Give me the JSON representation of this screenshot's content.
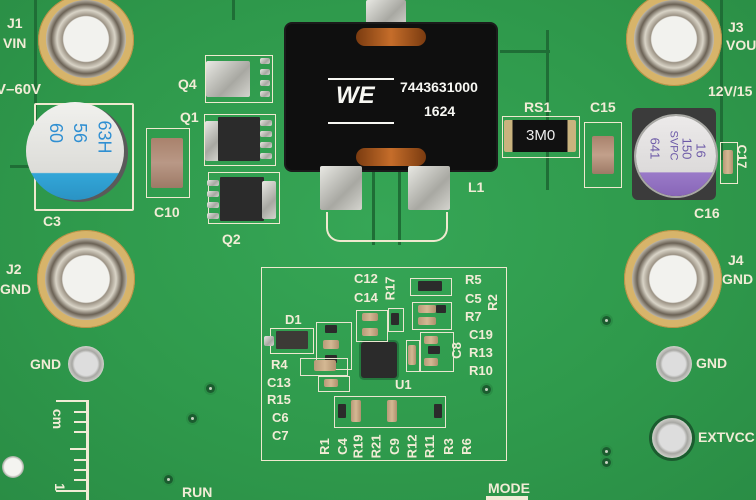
{
  "board": {
    "background_color": "#2f9a4c",
    "silkscreen_color": "#f1ecd6"
  },
  "connectors": {
    "j1": {
      "ref": "J1",
      "net": "VIN",
      "range": "V–60V"
    },
    "j2": {
      "ref": "J2",
      "net": "GND"
    },
    "j3": {
      "ref": "J3",
      "net": "VOU",
      "range": "12V/15"
    },
    "j4": {
      "ref": "J4",
      "net": "GND"
    }
  },
  "test_points": {
    "gnd_left": "GND",
    "gnd_right": "GND",
    "extvcc": "EXTVCC",
    "run": "RUN",
    "mode": "MODE"
  },
  "inductor": {
    "ref": "L1",
    "brand": "WE",
    "part_number": "7443631000",
    "date_code": "1624"
  },
  "sense_resistor": {
    "ref": "RS1",
    "marking": "3M0"
  },
  "input_capacitor": {
    "ref": "C3",
    "marking": [
      "60",
      "56",
      "63H"
    ]
  },
  "output_capacitor": {
    "ref": "C16",
    "marking": [
      "641",
      "SVPC",
      "150",
      "16"
    ]
  },
  "mosfets": {
    "q1": "Q1",
    "q2": "Q2",
    "q4": "Q4"
  },
  "capacitors_top": {
    "c10": "C10",
    "c15": "C15",
    "c17": "C17"
  },
  "controller_block": {
    "ic_ref": "U1",
    "diode": "D1",
    "left_labels": [
      "R4",
      "C13",
      "R15",
      "C6",
      "C7"
    ],
    "top_labels": [
      "C12",
      "C14",
      "R17"
    ],
    "right_labels": [
      "R5",
      "C5",
      "R7",
      "C19",
      "R13",
      "R10"
    ],
    "right_vertical": [
      "R2",
      "C8"
    ],
    "bottom_labels": [
      "R1",
      "C4",
      "R19",
      "R21",
      "C9",
      "R12",
      "R11",
      "R3",
      "R6"
    ]
  },
  "ruler": {
    "unit": "cm",
    "label": "1"
  }
}
